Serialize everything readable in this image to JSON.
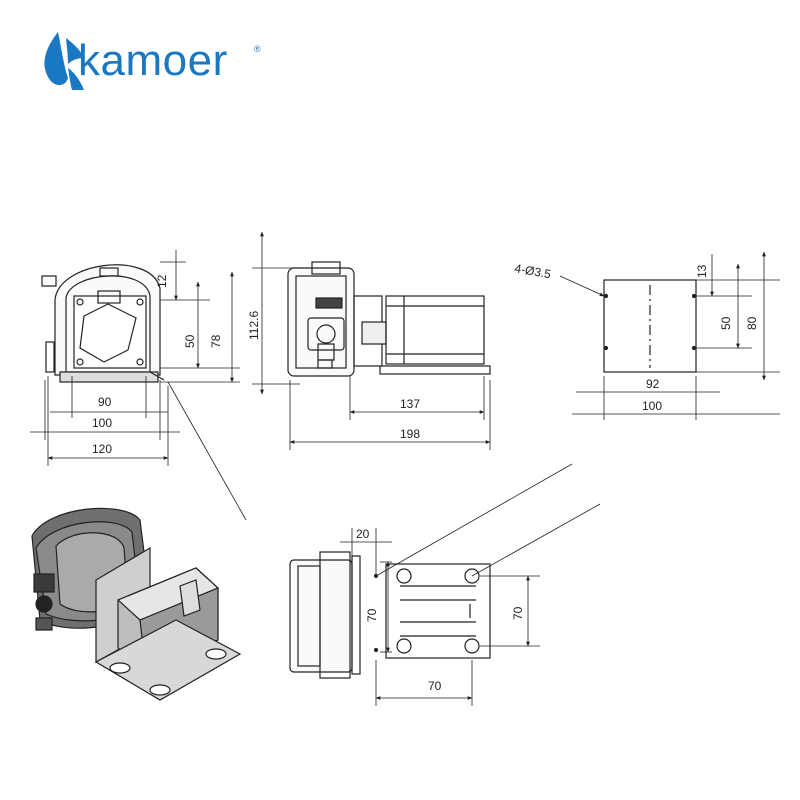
{
  "brand": {
    "name": "kamoer",
    "registered_mark": "®",
    "color": "#1a78c2"
  },
  "front_view": {
    "dims": [
      "90",
      "100",
      "120",
      "12",
      "50",
      "78",
      "112.6"
    ]
  },
  "side_view": {
    "dims": [
      "137",
      "198"
    ]
  },
  "motor_end_view": {
    "hole_callout": "4-Ø3.5",
    "dims": [
      "13",
      "50",
      "80",
      "92",
      "100"
    ]
  },
  "bottom_view": {
    "dims": [
      "20",
      "70",
      "70",
      "70"
    ]
  }
}
